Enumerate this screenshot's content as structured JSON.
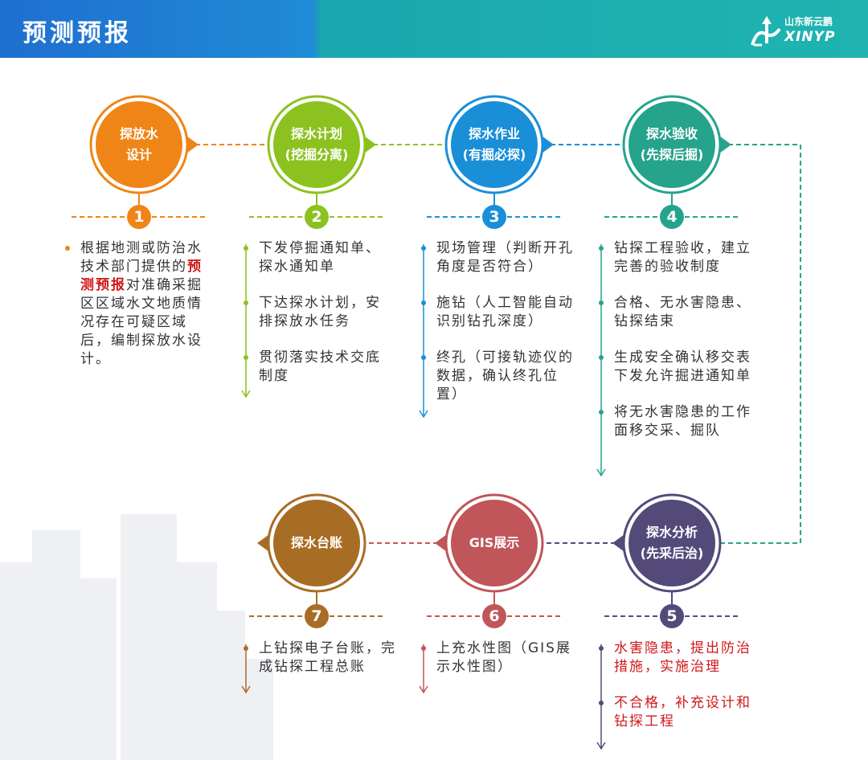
{
  "header": {
    "title": "预测预报",
    "logo_cn": "山东新云鹏",
    "logo_en": "XINYP"
  },
  "steps": [
    {
      "id": 1,
      "number": "1",
      "label_line1": "探放水",
      "label_line2": "设计",
      "color": "#ef8516",
      "items": [
        {
          "pre": "根据地测或防治水技术部门提供的",
          "highlight": "预测预报",
          "post": "对准确采掘区区域水文地质情况存在可疑区域后，编制探放水设计。"
        }
      ]
    },
    {
      "id": 2,
      "number": "2",
      "label_line1": "探水计划",
      "label_line2": "(挖掘分离)",
      "color": "#8cc21f",
      "items": [
        {
          "text": "下发停掘通知单、探水通知单"
        },
        {
          "text": "下达探水计划，安排探放水任务"
        },
        {
          "text": "贯彻落实技术交底制度"
        }
      ]
    },
    {
      "id": 3,
      "number": "3",
      "label_line1": "探水作业",
      "label_line2": "(有掘必探)",
      "color": "#1a8fd8",
      "items": [
        {
          "text": "现场管理（判断开孔角度是否符合）"
        },
        {
          "text": "施钻（人工智能自动识别钻孔深度）"
        },
        {
          "text": "终孔（可接轨迹仪的数据，确认终孔位置）"
        }
      ]
    },
    {
      "id": 4,
      "number": "4",
      "label_line1": "探水验收",
      "label_line2": "(先探后掘)",
      "color": "#26a38c",
      "items": [
        {
          "text": "钻探工程验收，建立完善的验收制度"
        },
        {
          "text": "合格、无水害隐患、钻探结束"
        },
        {
          "text": "生成安全确认移交表下发允许掘进通知单"
        },
        {
          "text": "将无水害隐患的工作面移交采、掘队"
        }
      ]
    },
    {
      "id": 5,
      "number": "5",
      "label_line1": "探水分析",
      "label_line2": "(先采后治)",
      "color": "#544a7a",
      "items": [
        {
          "text": "水害隐患，提出防治措施，实施治理"
        },
        {
          "text": "不合格，补充设计和钻探工程"
        }
      ]
    },
    {
      "id": 6,
      "number": "6",
      "label_line1": "GIS展示",
      "label_line2": "",
      "color": "#c0555a",
      "items": [
        {
          "text": "上充水性图（GIS展示水性图）"
        }
      ]
    },
    {
      "id": 7,
      "number": "7",
      "label_line1": "探水台账",
      "label_line2": "",
      "color": "#a86d25",
      "items": [
        {
          "text": "上钻探电子台账，完成钻探工程总账"
        }
      ]
    }
  ],
  "colors": {
    "header_left": "#1f6fd0",
    "header_right": "#1fb4b0",
    "highlight": "#d01818"
  }
}
